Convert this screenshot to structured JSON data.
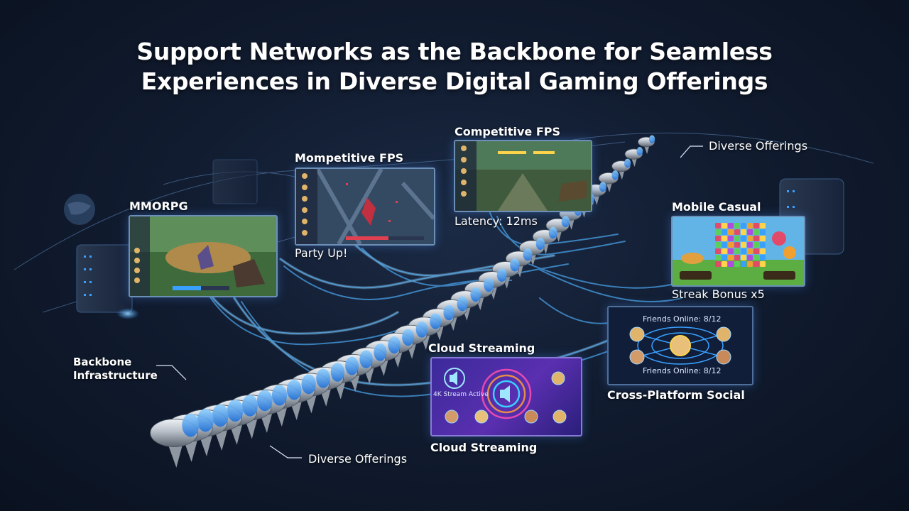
{
  "title": {
    "line1": "Support Networks as the Backbone for Seamless",
    "line2": "Experiences in Diverse Digital Gaming Offerings"
  },
  "labels": {
    "mmorpg": "MMORPG",
    "mompetitive_fps": "Mompetitive FPS",
    "party_up": "Party Up!",
    "competitive_fps": "Competitive FPS",
    "latency": "Latency: 12ms",
    "diverse_offerings_top": "Diverse Offerings",
    "mobile_casual": "Mobile Casual",
    "streak_bonus": "Streak Bonus x5",
    "friends_online_top": "Friends Online: 8/12",
    "friends_online_bottom": "Friends Online: 8/12",
    "cross_platform_social": "Cross-Platform Social",
    "cloud_streaming_top": "Cloud Streaming",
    "cloud_streaming_bottom": "Cloud Streaming",
    "stream_active": "4K Stream Active",
    "backbone_line1": "Backbone",
    "backbone_line2": "Infrastructure",
    "diverse_offerings_bottom": "Diverse Offerings"
  },
  "colors": {
    "accent_blue": "#3aa0ff",
    "glow_cyan": "#66c6ff",
    "spine_silver": "#b9c0c8",
    "cloud_purple": "#5a2fb0"
  },
  "icons": [
    "server-rack-icon",
    "globe-icon",
    "speaker-icon",
    "avatar-icon"
  ]
}
